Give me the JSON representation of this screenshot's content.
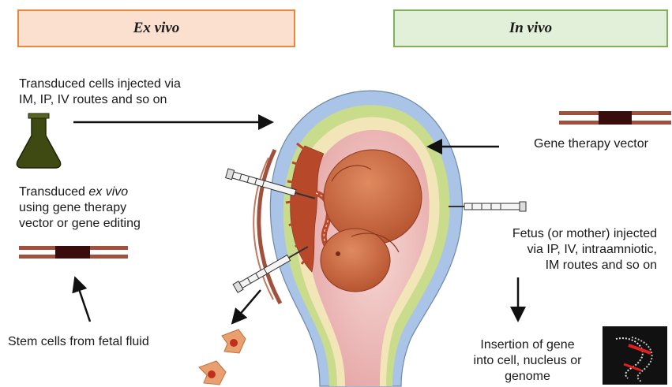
{
  "headers": {
    "ex_vivo": "Ex vivo",
    "in_vivo": "In vivo"
  },
  "labels": {
    "transduced_injected_line1": "Transduced cells injected via",
    "transduced_injected_line2": "IM, IP, IV routes and so on",
    "transduced_exvivo_line1_pre": "Transduced ",
    "transduced_exvivo_line1_em": "ex vivo",
    "transduced_exvivo_line2": "using gene therapy",
    "transduced_exvivo_line3": "vector or gene editing",
    "stem_cells": "Stem cells from fetal fluid",
    "gene_therapy_vector": "Gene therapy vector",
    "fetus_line1": "Fetus (or mother) injected",
    "fetus_line2": "via IP, IV, intraamniotic,",
    "fetus_line3": "IM routes and so on",
    "insertion_line1": "Insertion of gene",
    "insertion_line2": "into cell, nucleus or",
    "insertion_line3": "genome"
  },
  "colors": {
    "ex_vivo_fill": "#fbe0d0",
    "ex_vivo_border": "#e9883a",
    "in_vivo_fill": "#e2f0d9",
    "in_vivo_border": "#7fb05a",
    "uterus_outer": "#a9c4e6",
    "uterus_green": "#c9dc8c",
    "uterus_yellow": "#f2e6b8",
    "amniotic": "#f0c6c2",
    "fetus": "#c8643e",
    "placenta": "#b8482a",
    "vector_band": "#a0503c",
    "vector_gene": "#3a0d0d",
    "flask": "#3f4a12"
  }
}
